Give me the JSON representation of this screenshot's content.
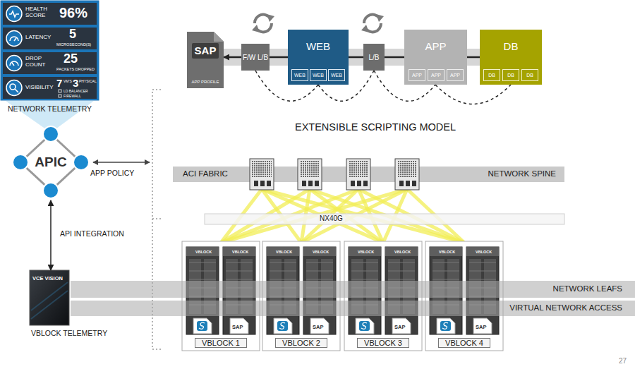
{
  "diagram": {
    "nodes": [
      {
        "text": [
          "NETWORK TELEMETRY"
        ]
      },
      {
        "text": [
          "HEALTH SCORE",
          "96%"
        ],
        "in": 0
      },
      {
        "text": [
          "LATENCY",
          "5",
          "MICROSECOND(S)"
        ],
        "in": 0
      },
      {
        "text": [
          "DROP COUNT",
          "25",
          "PACKETS DROPPED"
        ],
        "in": 0
      },
      {
        "text": [
          "VISIBILITY",
          "7",
          "VM'S",
          "3",
          "PHYSICAL",
          "LD BALANCER",
          "FIREWALL"
        ],
        "in": 0
      },
      {
        "text": [
          "SAP",
          "APP PROFILE"
        ]
      },
      {
        "text": [
          "F/W L/B"
        ]
      },
      {
        "text": [
          "WEB"
        ]
      },
      {
        "text": [
          "WEB"
        ],
        "in": 7
      },
      {
        "text": [
          "WEB"
        ],
        "in": 7
      },
      {
        "text": [
          "WEB"
        ],
        "in": 7
      },
      {
        "text": [
          "L/B"
        ]
      },
      {
        "text": [
          "APP"
        ]
      },
      {
        "text": [
          "APP"
        ],
        "in": 12
      },
      {
        "text": [
          "APP"
        ],
        "in": 12
      },
      {
        "text": [
          "APP"
        ],
        "in": 12
      },
      {
        "text": [
          "DB"
        ]
      },
      {
        "text": [
          "DB"
        ],
        "in": 16
      },
      {
        "text": [
          "DB"
        ],
        "in": 16
      },
      {
        "text": [
          "DB"
        ],
        "in": 16
      },
      {
        "text": [
          "APIC"
        ]
      },
      {
        "text": [
          "ACI FABRIC",
          "NETWORK SPINE"
        ]
      },
      {
        "text": [
          "NX40G"
        ]
      },
      {
        "text": [
          "VBLOCK 1"
        ]
      },
      {
        "text": [
          "VBLOCK 2"
        ]
      },
      {
        "text": [
          "VBLOCK 3"
        ]
      },
      {
        "text": [
          "VBLOCK 4"
        ]
      },
      {
        "text": [
          "VCE VISION",
          "VBLOCK TELEMETRY"
        ]
      },
      {
        "text": [
          "NETWORK LEAFS"
        ]
      },
      {
        "text": [
          "VIRTUAL NETWORK ACCESS"
        ]
      }
    ],
    "edges": [
      {
        "from": 5,
        "to": 6,
        "arrow": "none"
      },
      {
        "from": 6,
        "to": 7,
        "arrow": "none"
      },
      {
        "from": 7,
        "to": 11,
        "arrow": "none"
      },
      {
        "from": 11,
        "to": 12,
        "arrow": "none"
      },
      {
        "from": 12,
        "to": 16,
        "arrow": "none"
      },
      {
        "from": 16,
        "to": 5,
        "arrow": "to"
      },
      {
        "from": 20,
        "to": 27,
        "arrow": "both",
        "label": "API INTEGRATION"
      }
    ],
    "labels": [
      "EXTENSIBLE SCRIPTING MODEL",
      "APP POLICY",
      "27",
      "VBLOCK",
      "VBLOCK",
      "VBLOCK",
      "VBLOCK",
      "VBLOCK",
      "VBLOCK",
      "VBLOCK",
      "VBLOCK",
      "SAP",
      "SAP",
      "SAP",
      "SAP"
    ]
  }
}
